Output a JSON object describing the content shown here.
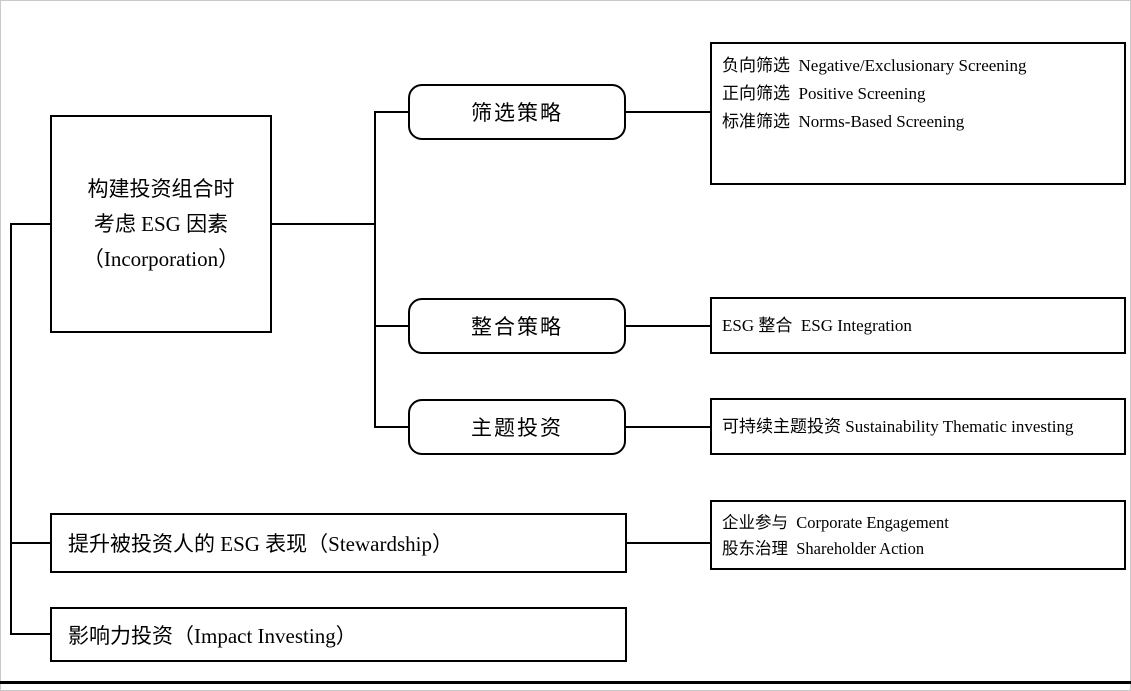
{
  "incorporation": {
    "lines": [
      "构建投资组合时",
      "考虑 ESG 因素",
      "（Incorporation）"
    ]
  },
  "strategies": [
    {
      "label": "筛选策略"
    },
    {
      "label": "整合策略"
    },
    {
      "label": "主题投资"
    }
  ],
  "screening_detail": {
    "lines": [
      "负向筛选  Negative/Exclusionary Screening",
      "正向筛选  Positive Screening",
      "标准筛选  Norms-Based Screening"
    ]
  },
  "integration_detail": {
    "lines": [
      "ESG 整合  ESG Integration"
    ]
  },
  "thematic_detail": {
    "lines": [
      "可持续主题投资 Sustainability Thematic investing"
    ]
  },
  "stewardship": {
    "label": "提升被投资人的 ESG 表现（Stewardship）"
  },
  "stewardship_detail": {
    "lines": [
      "企业参与  Corporate Engagement",
      "股东治理  Shareholder Action"
    ]
  },
  "impact": {
    "label": "影响力投资（Impact Investing）"
  },
  "colors": {
    "line": "#000000",
    "background": "#ffffff"
  }
}
